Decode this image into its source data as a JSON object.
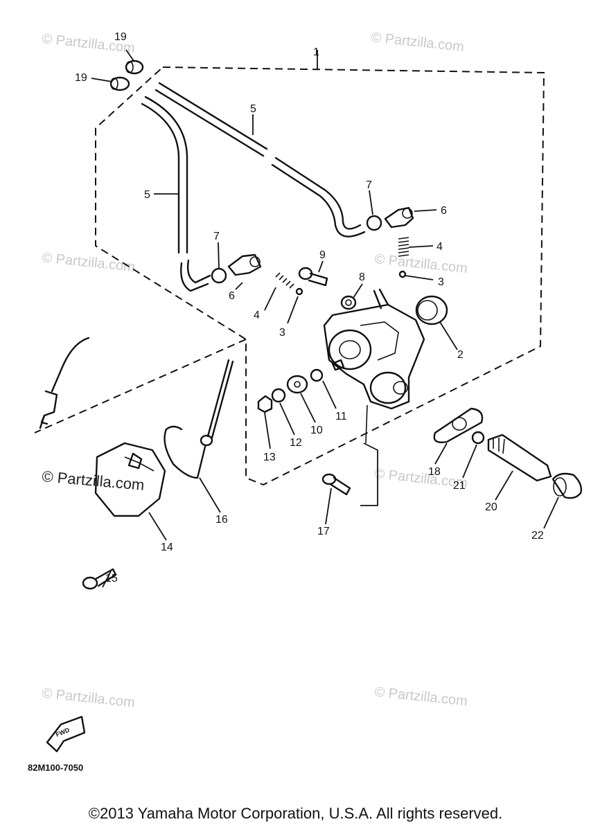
{
  "watermark": "© Partzilla.com",
  "diagram_code": "82M100-7050",
  "fwd_label": "FWD",
  "copyright": "©2013 Yamaha Motor Corporation, U.S.A. All rights reserved.",
  "callouts": [
    "1",
    "2",
    "3",
    "3",
    "4",
    "4",
    "5",
    "5",
    "6",
    "6",
    "7",
    "7",
    "8",
    "9",
    "10",
    "11",
    "12",
    "13",
    "14",
    "15",
    "16",
    "17",
    "18",
    "19",
    "19",
    "20",
    "21",
    "22"
  ]
}
